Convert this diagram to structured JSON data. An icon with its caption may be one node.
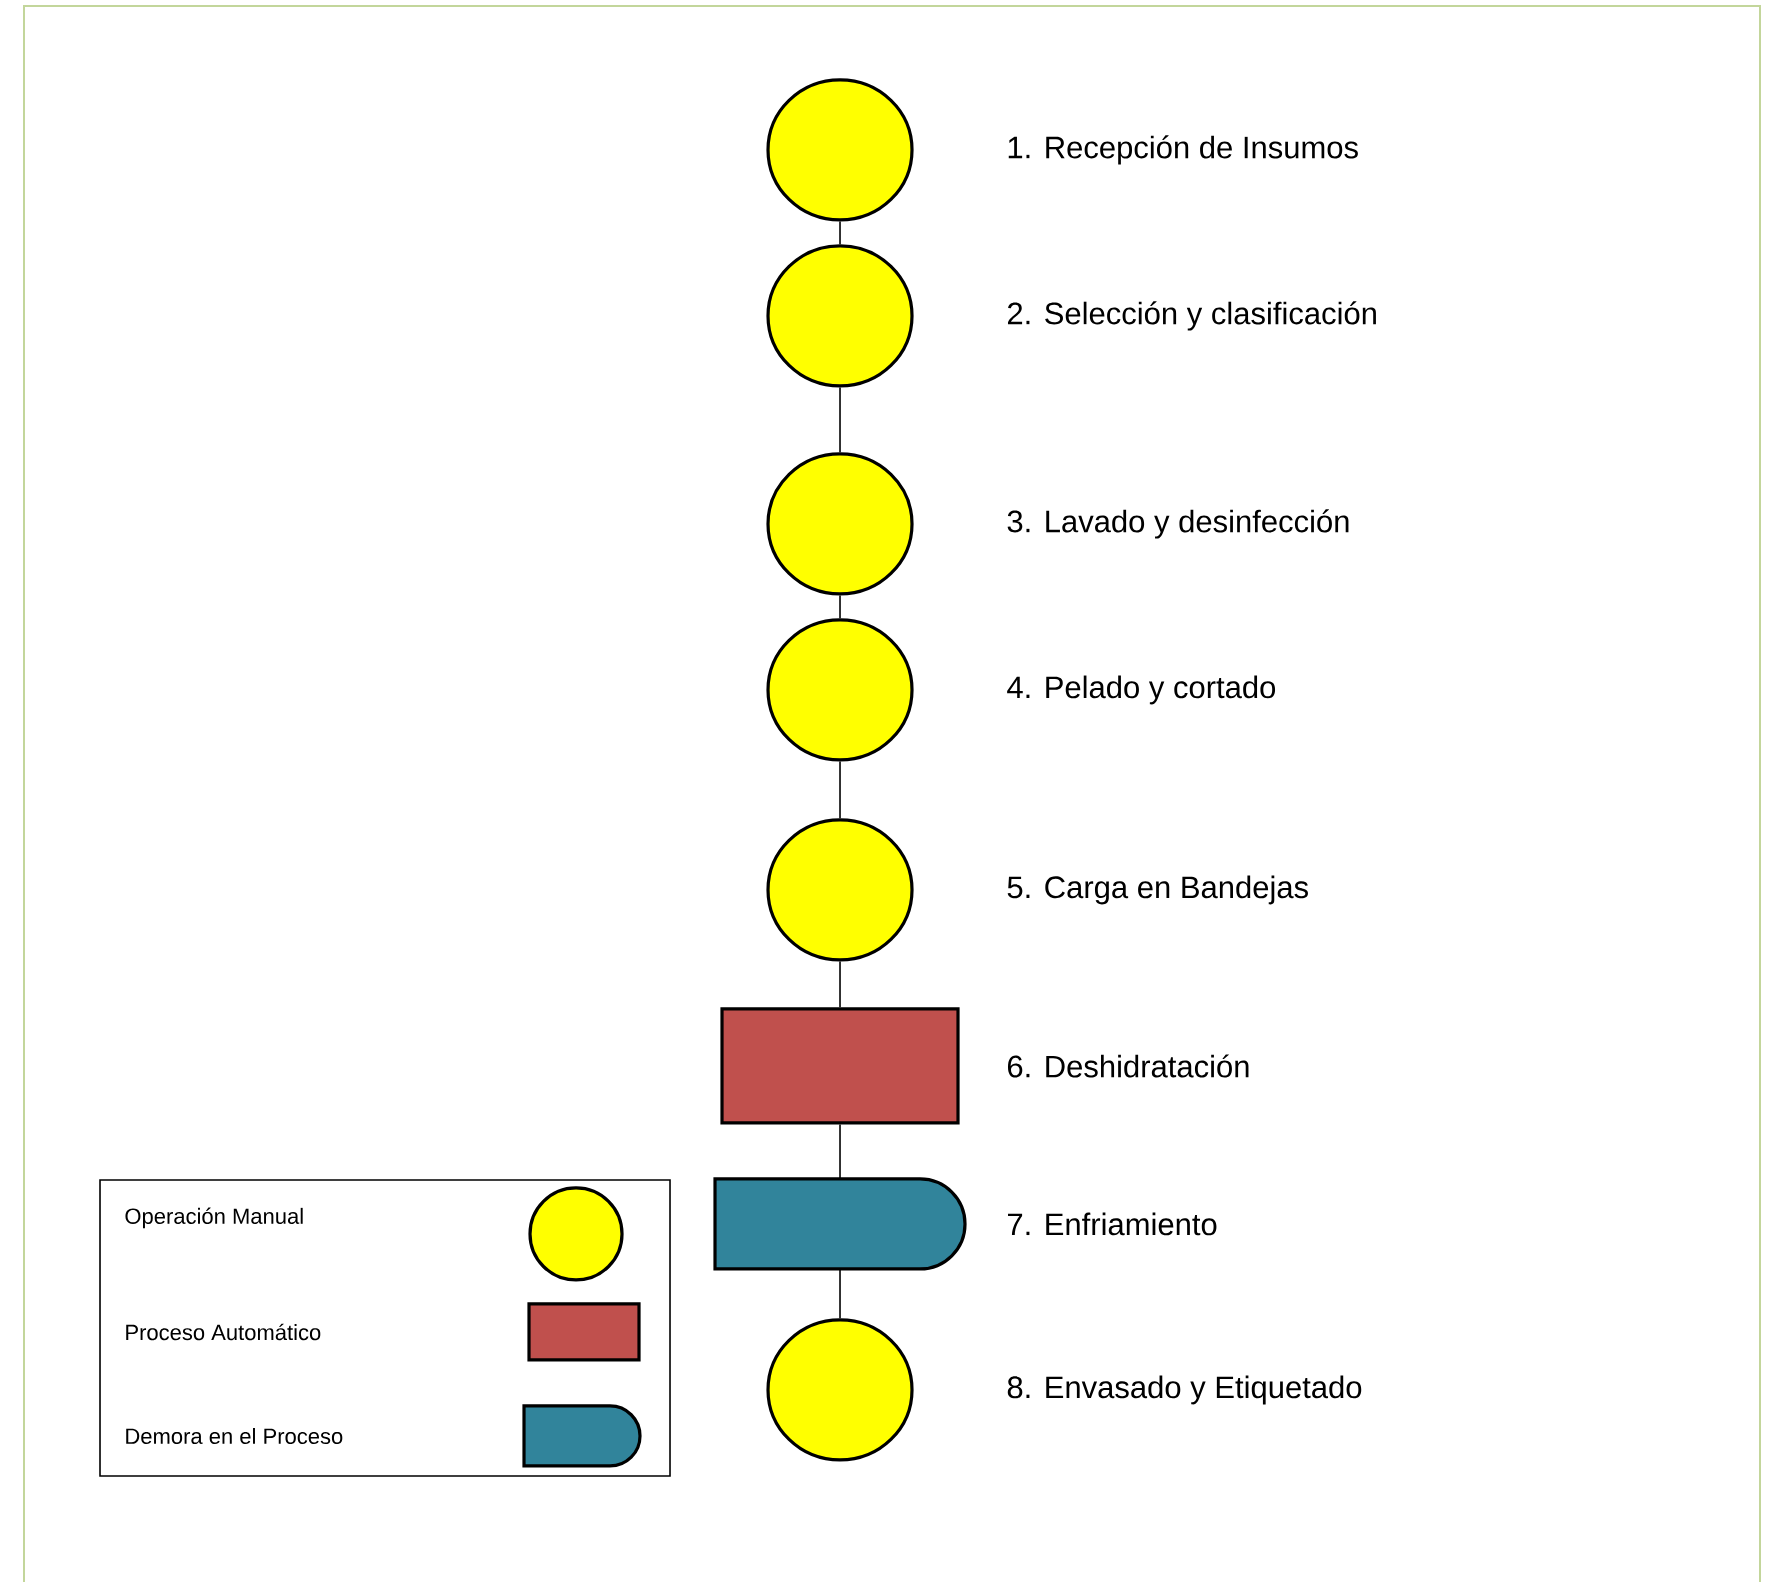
{
  "diagram": {
    "nodes": [
      {
        "text": [],
        "shape": "circle",
        "beside": [
          "1. Recepción de Insumos"
        ]
      },
      {
        "text": [],
        "shape": "circle",
        "beside": [
          "2. Selección y clasificación"
        ]
      },
      {
        "text": [],
        "shape": "circle",
        "beside": [
          "3. Lavado y desinfección"
        ]
      },
      {
        "text": [],
        "shape": "circle",
        "beside": [
          "4. Pelado y cortado"
        ]
      },
      {
        "text": [],
        "shape": "circle",
        "beside": [
          "5. Carga en Bandejas"
        ]
      },
      {
        "text": [],
        "shape": "box",
        "beside": [
          "6. Deshidratación"
        ]
      },
      {
        "text": [],
        "shape": "delay",
        "beside": [
          "7. Enfriamiento"
        ]
      },
      {
        "text": [],
        "shape": "circle",
        "beside": [
          "8. Envasado y Etiquetado"
        ]
      }
    ],
    "edges": [
      {
        "from": 0,
        "to": 1,
        "arrow": "none"
      },
      {
        "from": 1,
        "to": 2,
        "arrow": "none"
      },
      {
        "from": 2,
        "to": 3,
        "arrow": "none"
      },
      {
        "from": 3,
        "to": 4,
        "arrow": "none"
      },
      {
        "from": 4,
        "to": 5,
        "arrow": "none"
      },
      {
        "from": 5,
        "to": 6,
        "arrow": "none"
      },
      {
        "from": 6,
        "to": 7,
        "arrow": "none"
      }
    ],
    "legend": [
      {
        "text": "Operación Manual"
      },
      {
        "text": "Proceso Automático"
      },
      {
        "text": "Demora en el Proceso"
      }
    ]
  }
}
